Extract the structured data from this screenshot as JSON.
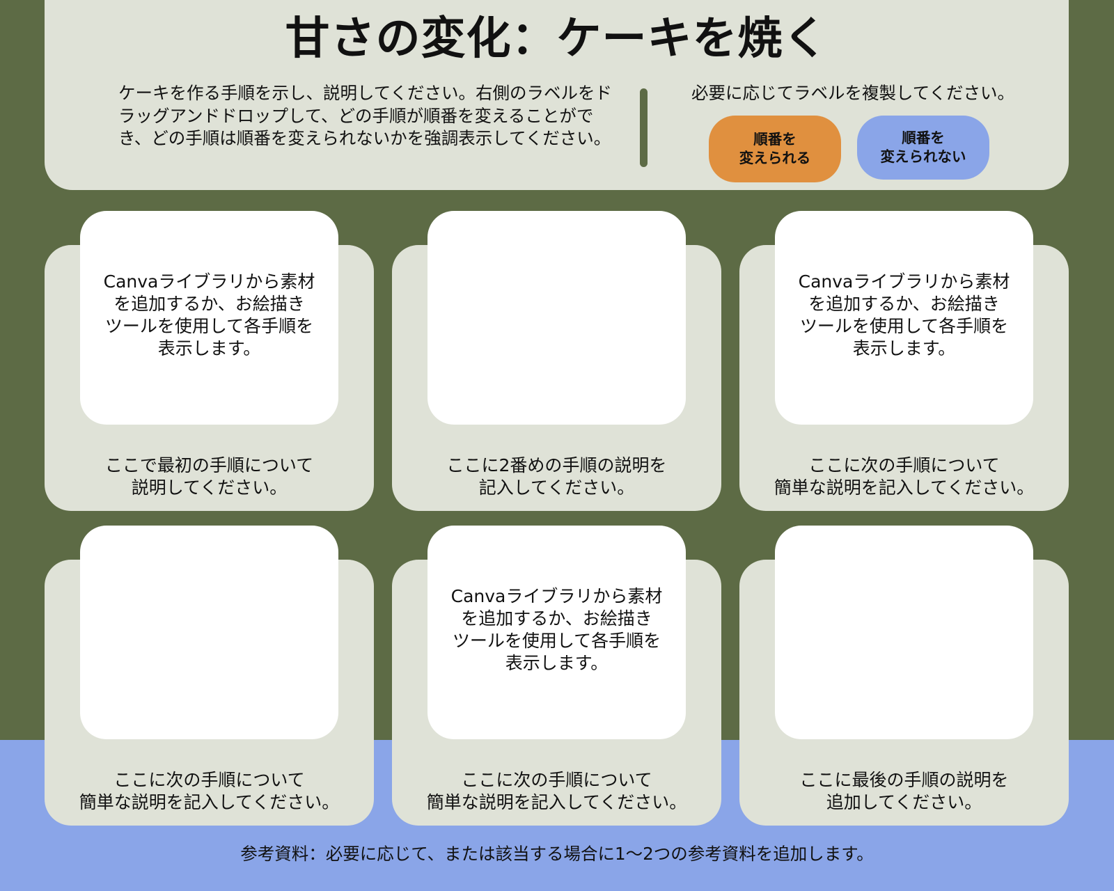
{
  "header": {
    "title": "甘さの変化：ケーキを焼く",
    "instructions": "ケーキを作る手順を示し、説明してください。右側のラベルをドラッグアンドドロップして、どの手順が順番を変えることができ、どの手順は順番を変えられないかを強調表示してください。",
    "labels_note": "必要に応じてラベルを複製してください。",
    "label_reorderable": "順番を\n変えられる",
    "label_not_reorderable": "順番を\n変えられない"
  },
  "colors": {
    "background_green": "#5d6b45",
    "panel": "#dfe2d7",
    "label_orange": "#e0903f",
    "label_blue": "#8aa5e8"
  },
  "steps": [
    {
      "image_hint": "Canvaライブラリから素材\nを追加するか、お絵描き\nツールを使用して各手順を\n表示します。",
      "text": "ここで最初の手順について\n説明してください。"
    },
    {
      "image_hint": "",
      "text": "ここに2番めの手順の説明を\n記入してください。"
    },
    {
      "image_hint": "Canvaライブラリから素材\nを追加するか、お絵描き\nツールを使用して各手順を\n表示します。",
      "text": "ここに次の手順について\n簡単な説明を記入してください。"
    },
    {
      "image_hint": "",
      "text": "ここに次の手順について\n簡単な説明を記入してください。"
    },
    {
      "image_hint": "Canvaライブラリから素材\nを追加するか、お絵描き\nツールを使用して各手順を\n表示します。",
      "text": "ここに次の手順について\n簡単な説明を記入してください。"
    },
    {
      "image_hint": "",
      "text": "ここに最後の手順の説明を\n追加してください。"
    }
  ],
  "footer": {
    "references": "参考資料：必要に応じて、または該当する場合に1〜2つの参考資料を追加します。"
  }
}
